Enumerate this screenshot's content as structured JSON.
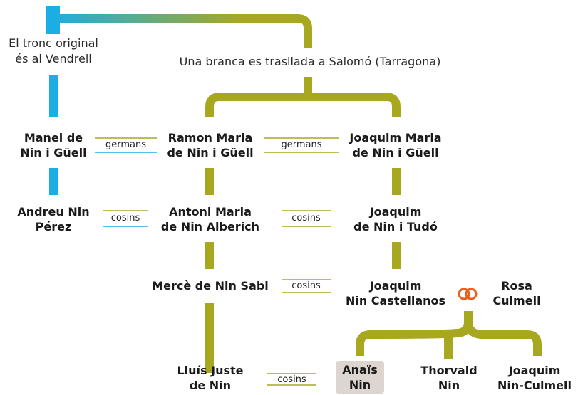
{
  "colors": {
    "blue": "#1aaee5",
    "olive": "#a8a820",
    "rings": "#e8601c",
    "highlight": "#ddd6d0"
  },
  "notes": {
    "origin_line1": "El tronc original",
    "origin_line2": "és al Vendrell",
    "branch": "Una branca es trasllada a Salomó (Tarragona)"
  },
  "people": {
    "manel": {
      "line1": "Manel de",
      "line2": "Nin i Güell"
    },
    "ramon": {
      "line1": "Ramon Maria",
      "line2": "de Nin i Güell"
    },
    "joaquim_maria": {
      "line1": "Joaquim Maria",
      "line2": "de Nin i Güell"
    },
    "andreu": {
      "line1": "Andreu Nin",
      "line2": "Pérez"
    },
    "antoni": {
      "line1": "Antoni Maria",
      "line2": "de Nin Alberich"
    },
    "joaquim_tudo": {
      "line1": "Joaquim",
      "line2": "de Nin i Tudó"
    },
    "merce": {
      "line1": "Mercè de Nin Sabi"
    },
    "joaquim_castellanos": {
      "line1": "Joaquim",
      "line2": "Nin Castellanos"
    },
    "rosa": {
      "line1": "Rosa",
      "line2": "Culmell"
    },
    "lluis": {
      "line1": "Lluís Juste",
      "line2": "de Nin"
    },
    "anais": {
      "line1": "Anaïs",
      "line2": "Nin"
    },
    "thorvald": {
      "line1": "Thorvald",
      "line2": "Nin"
    },
    "joaquim_culmell": {
      "line1": "Joaquim",
      "line2": "Nin-Culmell"
    }
  },
  "relations": {
    "germans_1": "germans",
    "germans_2": "germans",
    "cosins_1": "cosins",
    "cosins_2": "cosins",
    "cosins_3": "cosins",
    "cosins_4": "cosins"
  },
  "icons": {
    "marriage": "marriage-rings-icon"
  }
}
